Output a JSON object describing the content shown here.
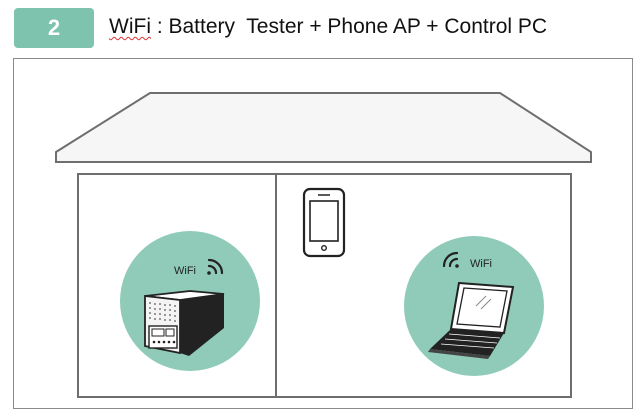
{
  "header": {
    "step_number": "2",
    "title_prefix": "WiFi",
    "title_rest": " : Battery  Tester + Phone AP + Control PC"
  },
  "scene": {
    "left_room": {
      "device_icon": "battery-tester-icon",
      "wifi_label": "WiFi"
    },
    "right_room": {
      "phone_icon": "smartphone-icon",
      "device_icon": "laptop-icon",
      "wifi_label": "WiFi"
    }
  },
  "colors": {
    "accent": "#7ec3ae",
    "circle": "#8fcbb8",
    "outline": "#666666"
  }
}
